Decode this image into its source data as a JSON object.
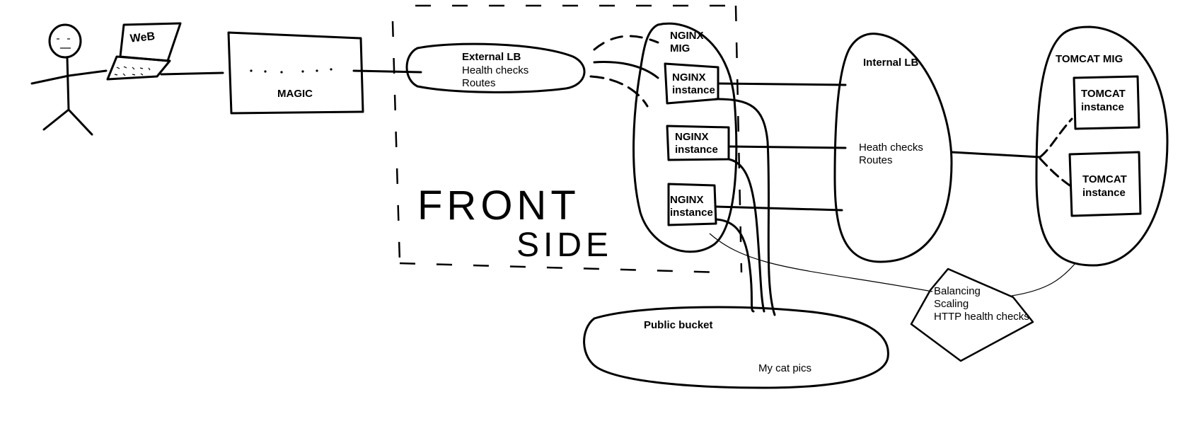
{
  "nodes": {
    "magic": "MAGIC",
    "external_lb": {
      "title": "External LB",
      "lines": [
        "Health checks",
        "Routes"
      ]
    },
    "nginx_mig": [
      "NGINX",
      "MIG"
    ],
    "nginx_instance": [
      "NGINX",
      "instance"
    ],
    "internal_lb": {
      "title": "Internal LB",
      "lines": [
        "Heath checks",
        "Routes"
      ]
    },
    "tomcat_mig": "TOMCAT MIG",
    "tomcat_instance": [
      "TOMCAT",
      "instance"
    ],
    "public_bucket": {
      "title": "Public bucket",
      "content": "My cat pics"
    },
    "note": [
      "Balancing",
      "Scaling",
      "HTTP health checks"
    ]
  },
  "handwriting": [
    "FRONT",
    "SIDE"
  ],
  "laptop_scribble": "WeB"
}
